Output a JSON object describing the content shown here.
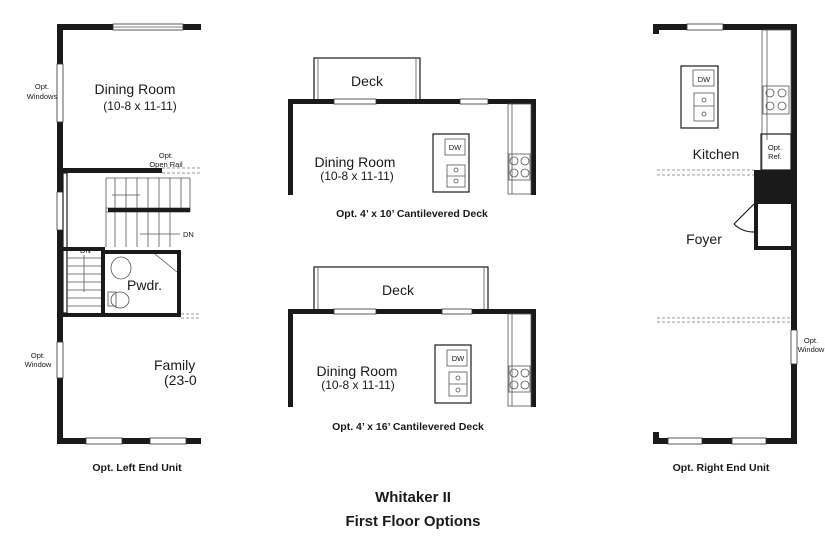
{
  "left": {
    "dining": "Dining Room",
    "dining_dim": "(10-8 x 11-11)",
    "opt_windows_1": "Opt.",
    "opt_windows_2": "Windows",
    "open_rail_1": "Opt.",
    "open_rail_2": "Open Rail",
    "dn_right": "DN",
    "dn_left": "DN",
    "pwdr": "Pwdr.",
    "family": "Family",
    "family_dim": "(23-0",
    "opt_window_1": "Opt.",
    "opt_window_2": "Window",
    "caption": "Opt. Left End Unit"
  },
  "top": {
    "deck": "Deck",
    "dining": "Dining Room",
    "dining_dim": "(10-8 x 11-11)",
    "dw": "DW",
    "caption": "Opt. 4’ x 10’ Cantilevered Deck"
  },
  "bottom": {
    "deck": "Deck",
    "dining": "Dining Room",
    "dining_dim": "(10-8 x 11-11)",
    "dw": "DW",
    "caption": "Opt. 4’ x 16’ Cantilevered Deck"
  },
  "right": {
    "dw": "DW",
    "kitchen": "Kitchen",
    "ref_1": "Opt.",
    "ref_2": "Ref.",
    "foyer": "Foyer",
    "opt_window_1": "Opt.",
    "opt_window_2": "Window",
    "caption": "Opt. Right End Unit"
  },
  "title": {
    "line1": "Whitaker II",
    "line2": "First Floor Options"
  }
}
